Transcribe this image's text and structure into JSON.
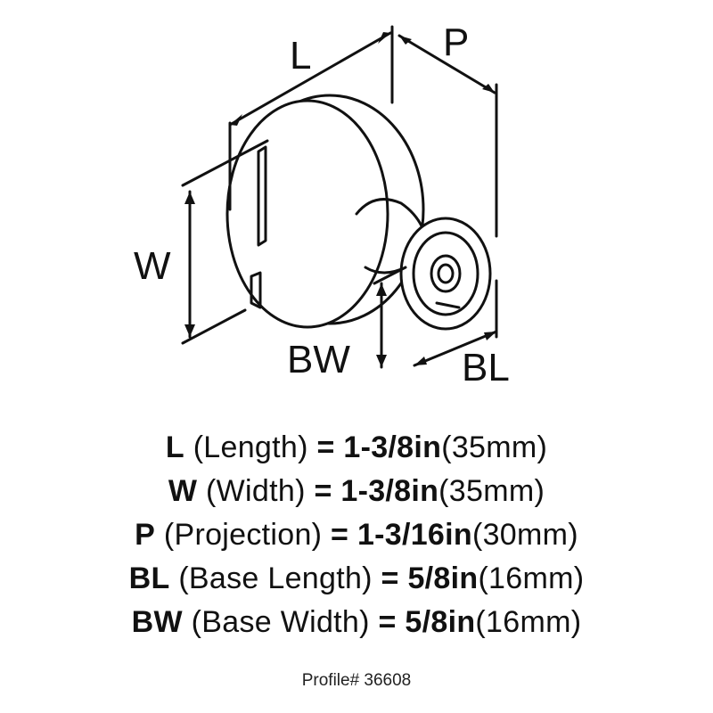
{
  "diagram": {
    "labels": {
      "length": "L",
      "projection": "P",
      "width": "W",
      "base_width": "BW",
      "base_length": "BL"
    }
  },
  "specs": [
    {
      "code": "L",
      "desc": "(Length)",
      "eq": "=",
      "imperial": "1-3/8in",
      "metric": "(35mm)"
    },
    {
      "code": "W",
      "desc": "(Width)",
      "eq": "=",
      "imperial": "1-3/8in",
      "metric": "(35mm)"
    },
    {
      "code": "P",
      "desc": "(Projection)",
      "eq": "=",
      "imperial": "1-3/16in",
      "metric": "(30mm)"
    },
    {
      "code": "BL",
      "desc": "(Base Length)",
      "eq": "=",
      "imperial": "5/8in",
      "metric": "(16mm)"
    },
    {
      "code": "BW",
      "desc": "(Base Width)",
      "eq": "=",
      "imperial": "5/8in",
      "metric": "(16mm)"
    }
  ],
  "profile": "Profile# 36608"
}
